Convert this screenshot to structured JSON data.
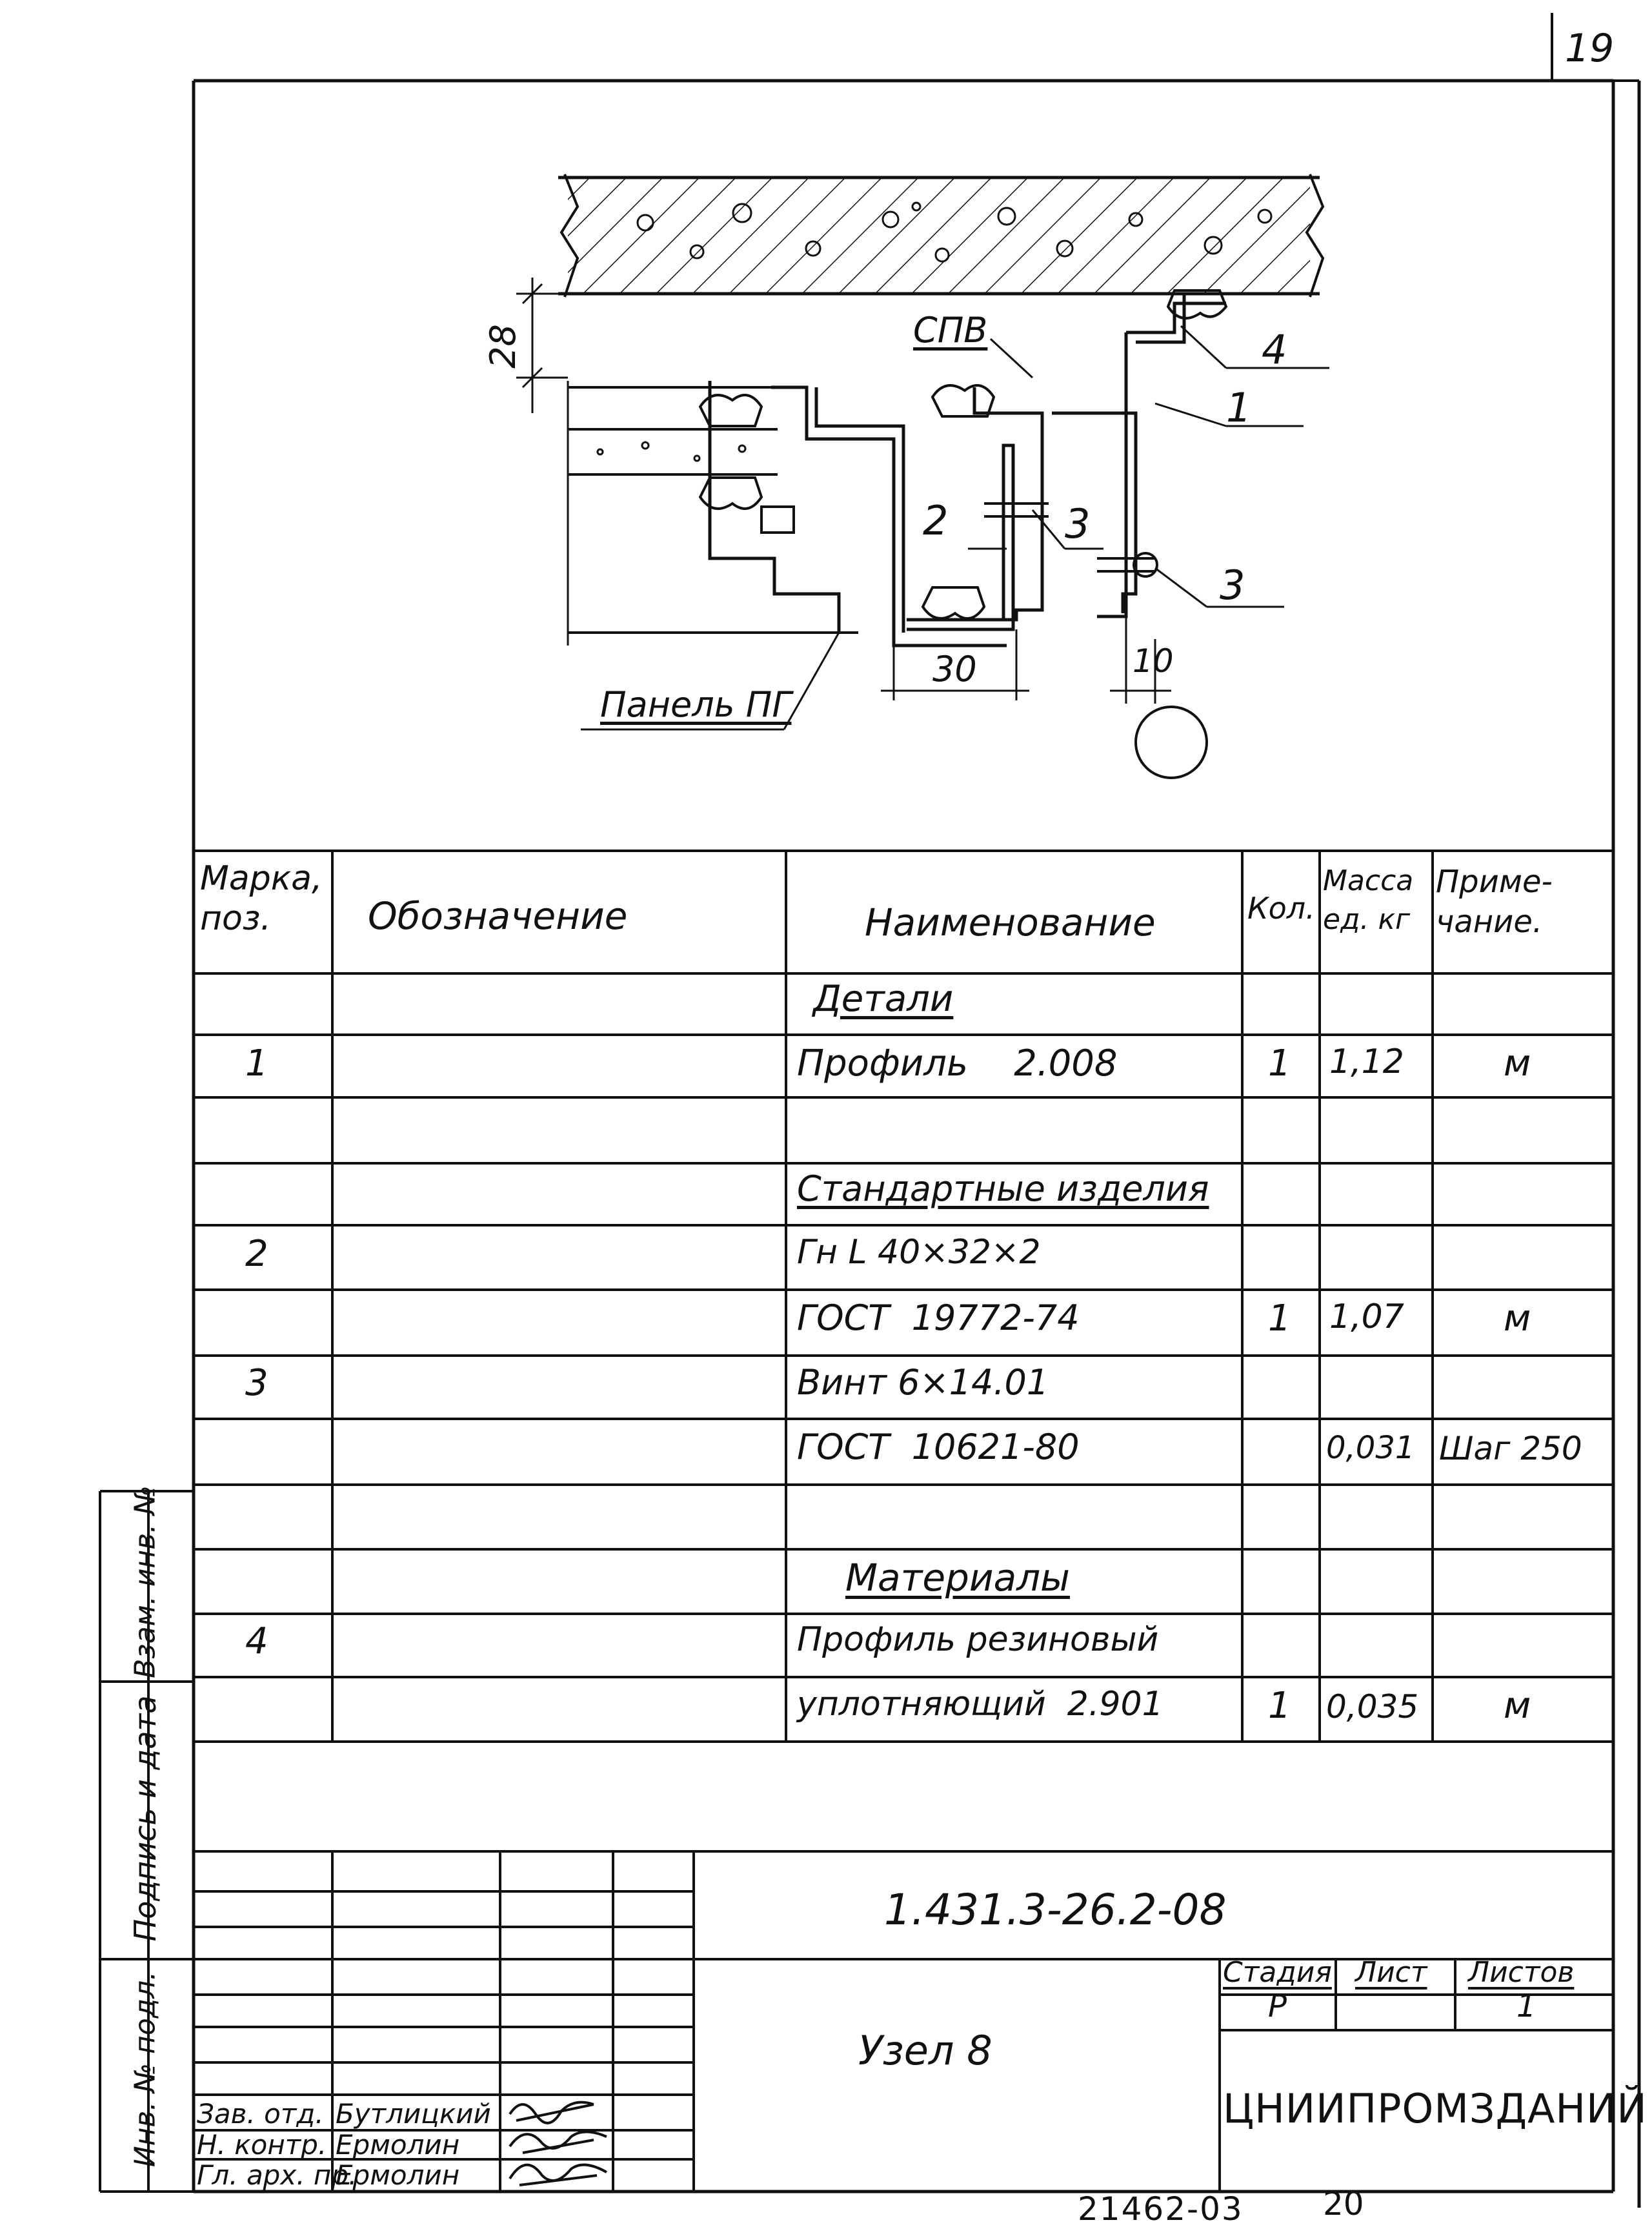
{
  "sheet_number": "19",
  "drawing": {
    "labels": {
      "dim_28": "28",
      "dim_30": "30",
      "dim_10": "10",
      "spv": "СПВ",
      "panel": "Панель ПГ",
      "pos_1": "1",
      "pos_2": "2",
      "pos_3a": "3",
      "pos_3b": "3",
      "pos_4": "4"
    }
  },
  "spec_table": {
    "headers": {
      "mark": "Марка, поз.",
      "designation": "Обозначение",
      "name": "Наименование",
      "qty": "Кол.",
      "mass": "Масса ед. кг",
      "note": "Приме-чание."
    },
    "rows": [
      {
        "mark": "",
        "name": "Детали",
        "qty": "",
        "mass": "",
        "note": "",
        "section": true
      },
      {
        "mark": "1",
        "name": "Профиль    2.008",
        "qty": "1",
        "mass": "1,12",
        "note": "м"
      },
      {
        "mark": "",
        "name": "",
        "qty": "",
        "mass": "",
        "note": ""
      },
      {
        "mark": "",
        "name": "Стандартные изделия",
        "qty": "",
        "mass": "",
        "note": "",
        "section": true
      },
      {
        "mark": "2",
        "name": "Гн L 40×32×2",
        "qty": "",
        "mass": "",
        "note": ""
      },
      {
        "mark": "",
        "name": "ГОСТ  19772-74",
        "qty": "1",
        "mass": "1,07",
        "note": "м"
      },
      {
        "mark": "3",
        "name": "Винт 6×14.01",
        "qty": "",
        "mass": "",
        "note": ""
      },
      {
        "mark": "",
        "name": "ГОСТ  10621-80",
        "qty": "",
        "mass": "0,031",
        "note": "Шаг 250"
      },
      {
        "mark": "",
        "name": "",
        "qty": "",
        "mass": "",
        "note": ""
      },
      {
        "mark": "",
        "name": "Материалы",
        "qty": "",
        "mass": "",
        "note": "",
        "section": true
      },
      {
        "mark": "4",
        "name": "Профиль резиновый",
        "qty": "",
        "mass": "",
        "note": ""
      },
      {
        "mark": "",
        "name": "уплотняющий  2.901",
        "qty": "1",
        "mass": "0,035",
        "note": "м"
      }
    ]
  },
  "side_stamp": {
    "inv_podl": "Инв. № подл.",
    "podpis_data": "Подпись и дата",
    "vzam_inv": "Взам. инв. №"
  },
  "title_block": {
    "code": "1.431.3-26.2-08",
    "title": "Узел 8",
    "stage_label": "Стадия",
    "stage_value": "Р",
    "sheet_label": "Лист",
    "sheet_value": "",
    "sheets_label": "Листов",
    "sheets_value": "1",
    "organization": "ЦНИИПРОМЗДАНИЙ",
    "people": [
      {
        "role": "Зав. отд.",
        "name": "Бутлицкий"
      },
      {
        "role": "Н. контр.",
        "name": "Ермолин"
      },
      {
        "role": "Гл. арх. пр.",
        "name": "Ермолин"
      }
    ]
  },
  "bottom_numbers": {
    "archive": "21462-03",
    "page": "20"
  }
}
